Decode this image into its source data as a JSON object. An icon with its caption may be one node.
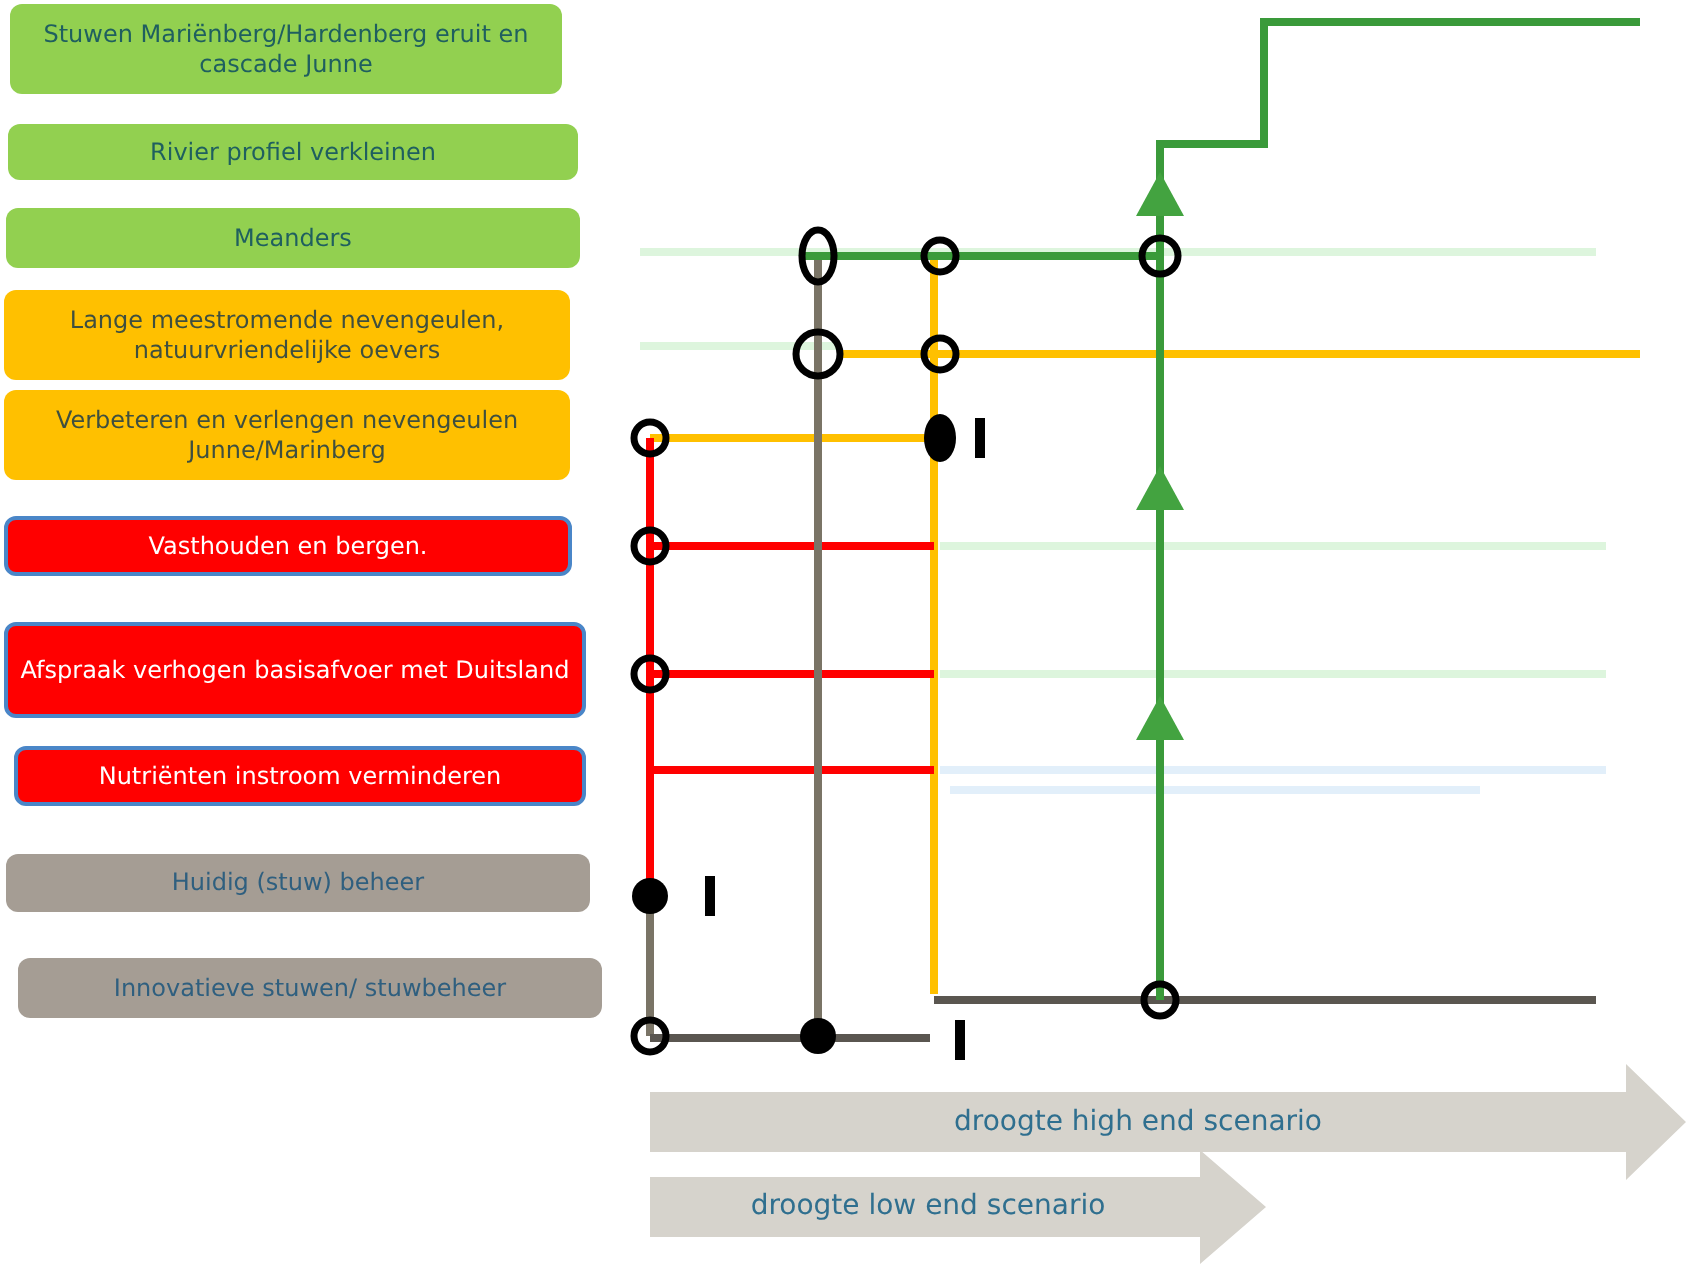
{
  "diagram": {
    "nodes": [
      {
        "text": [
          "Stuwen Mariënberg/Hardenberg  eruit en cascade Junne"
        ]
      },
      {
        "text": [
          "Rivier profiel verkleinen"
        ]
      },
      {
        "text": [
          "Meanders"
        ]
      },
      {
        "text": [
          "Lange meestromende  nevengeulen, natuurvriendelijke  oevers"
        ]
      },
      {
        "text": [
          "Verbeteren en verlengen nevengeulen Junne/Marinberg"
        ]
      },
      {
        "text": [
          "Vasthouden en bergen."
        ]
      },
      {
        "text": [
          "Afspraak verhogen basisafvoer met Duitsland"
        ]
      },
      {
        "text": [
          "Nutriënten instroom verminderen"
        ]
      },
      {
        "text": [
          "Huidig  (stuw) beheer"
        ]
      },
      {
        "text": [
          "Innovatieve stuwen/ stuwbeheer"
        ]
      },
      {
        "text": [
          "droogte high end scenario"
        ]
      },
      {
        "text": [
          "droogte low end scenario"
        ]
      }
    ]
  }
}
